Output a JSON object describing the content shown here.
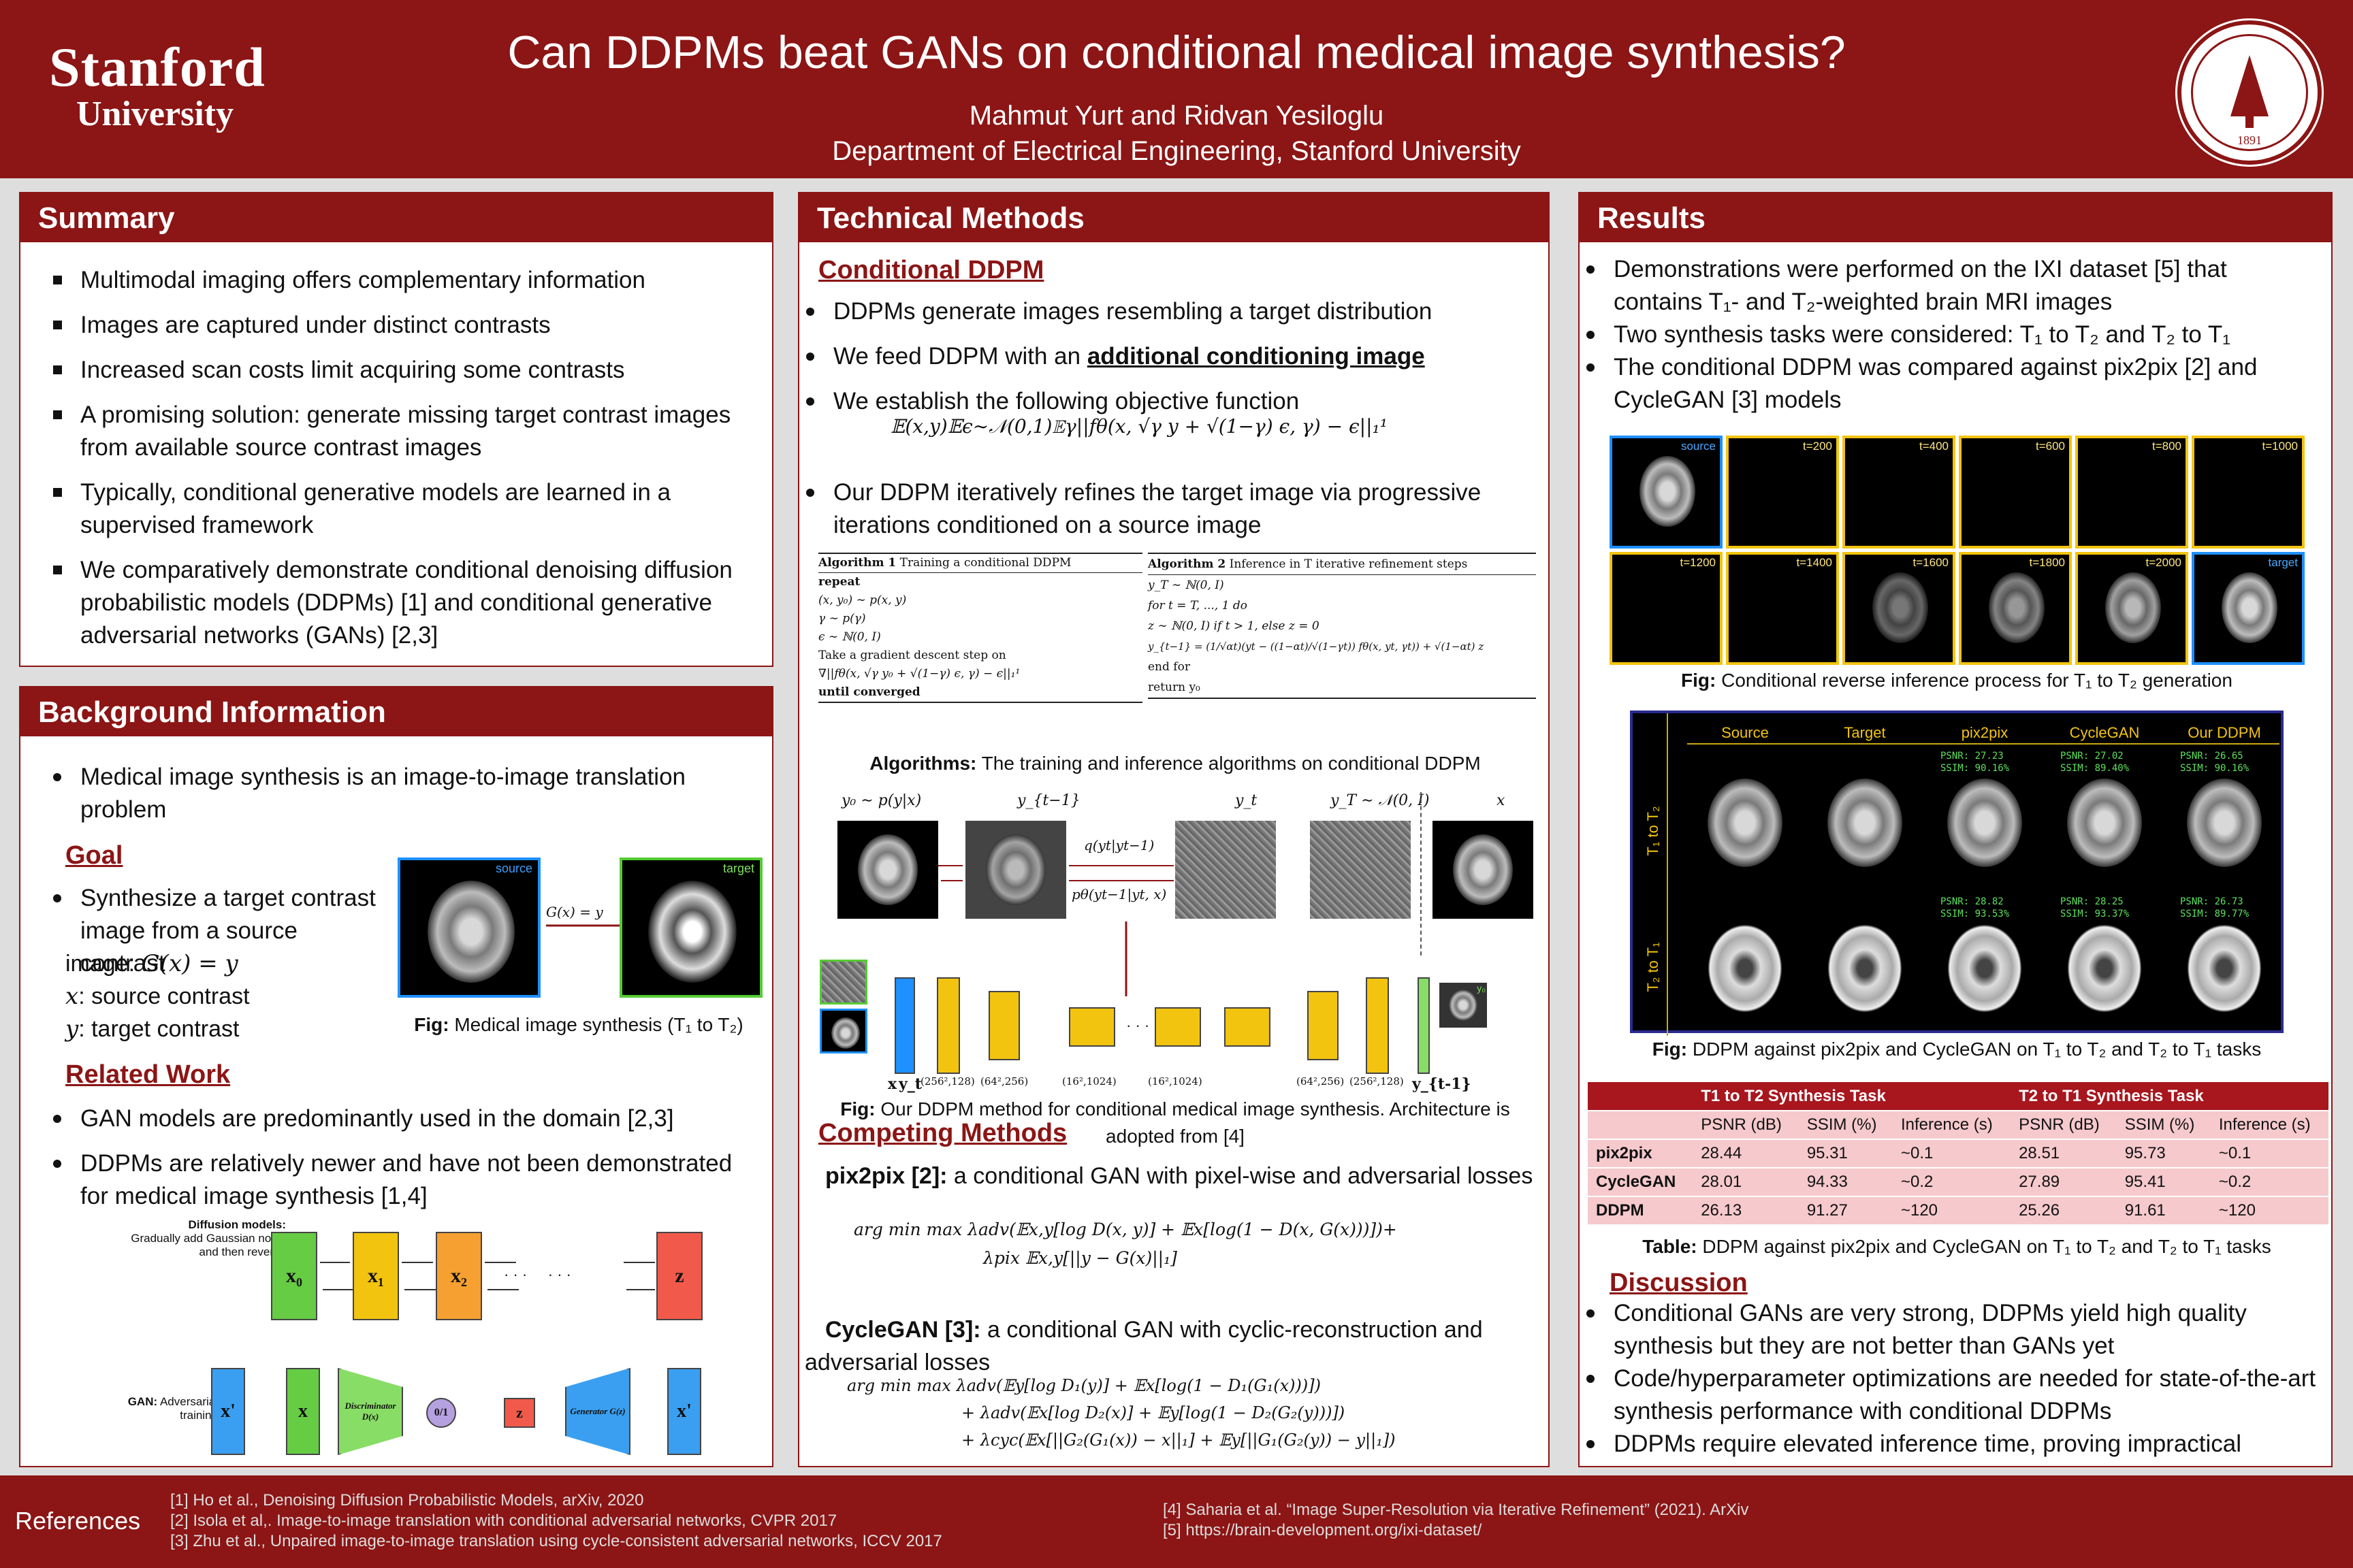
{
  "header": {
    "logo_top": "Stanford",
    "logo_bottom": "University",
    "title": "Can DDPMs beat GANs on conditional medical image synthesis?",
    "authors": "Mahmut Yurt and Ridvan Yesiloglu",
    "dept": "Department of Electrical Engineering, Stanford University",
    "seal_year": "1891"
  },
  "summary": {
    "heading": "Summary",
    "items": [
      "Multimodal imaging offers complementary information",
      "Images are captured under distinct contrasts",
      "Increased scan costs limit acquiring some contrasts",
      "A promising solution: generate missing target contrast images from available source contrast images",
      "Typically, conditional generative models are learned in a supervised framework",
      "We comparatively demonstrate conditional denoising diffusion probabilistic models (DDPMs) [1] and conditional generative adversarial networks (GANs) [2,3]"
    ]
  },
  "background": {
    "heading": "Background Information",
    "item1": "Medical image synthesis is an image-to-image translation problem",
    "goal": "Goal",
    "goal_text": "Synthesize a target contrast image from a source contrast",
    "goal_image": "image:",
    "goal_eq": "G(x) = y",
    "x_def": ": source contrast",
    "y_def": ": target contrast",
    "x_sym": "x",
    "y_sym": "y",
    "src_label": "source",
    "tgt_label": "target",
    "arrow_label": "G(x) = y",
    "fig_caption_bold": "Fig:",
    "fig_caption": " Medical image synthesis (T₁ to T₂)",
    "related": "Related Work",
    "related_items": [
      "GAN models are predominantly used in the domain [2,3]",
      "DDPMs are relatively newer and have not been demonstrated  for medical image synthesis [1,4]"
    ],
    "diff_label_bold": "Diffusion models:",
    "diff_label": "Gradually add Gaussian noise and then reverse",
    "diff_boxes": [
      "x₀",
      "x₁",
      "x₂",
      "z"
    ],
    "diff_dots": "· · ·     · · ·",
    "gan_label_bold": "GAN:",
    "gan_label": "Adversarial training",
    "gan_boxes": [
      "x'",
      "x",
      "Discriminator D(x)",
      "0/1",
      "z",
      "Generator G(z)",
      "x'"
    ]
  },
  "methods": {
    "heading": "Technical Methods",
    "cond": "Conditional DDPM",
    "items": [
      "DDPMs generate images resembling a target distribution",
      "We feed DDPM with an ",
      "We establish the following objective function",
      "Our DDPM iteratively refines the target image via progressive iterations conditioned on a source image"
    ],
    "bold_u": "additional conditioning image",
    "objective": "𝔼(x,y)𝔼ϵ∼𝒩(0,1)𝔼γ||fθ(x, √γ y + √(1−γ) ϵ, γ) − ϵ||₁¹",
    "alg1_title_b": "Algorithm 1",
    "alg1_title": " Training a conditional DDPM",
    "alg1_lines": [
      "repeat",
      "(x, y₀) ∼ p(x, y)",
      "γ ∼ p(γ)",
      "ϵ ∼ ℕ(0, I)",
      "Take a gradient descent step on",
      "∇||fθ(x, √γ y₀ + √(1−γ) ϵ, γ) − ϵ||₁¹",
      "until converged"
    ],
    "alg2_title_b": "Algorithm 2",
    "alg2_title": " Inference in T iterative refinement steps",
    "alg2_lines": [
      "y_T ∼ ℕ(0, I)",
      "for t = T, ..., 1 do",
      "z ∼ ℕ(0, I) if t > 1, else z = 0",
      "y_{t−1} = (1/√αt)(yt − ((1−αt)/√(1−γt)) fθ(x, yt, γt)) + √(1−αt) z",
      "end for",
      "return y₀"
    ],
    "alg_cap_bold": "Algorithms:",
    "alg_cap": " The training and inference algorithms on conditional DDPM",
    "chain_labels": [
      "y₀ ∼ p(y|x)",
      "y_{t−1}",
      "y_t",
      "y_T ∼ 𝒩(0, I)",
      "x"
    ],
    "q_label": "q(yt|yt−1)",
    "p_label": "pθ(yt−1|yt, x)",
    "unet_labels": [
      "x",
      "y_t",
      "(256²,128)",
      "(64²,256)",
      "(16²,1024)",
      "(16²,1024)",
      "(64²,256)",
      "(256²,128)",
      "y_{t-1}"
    ],
    "unet_corner": [
      "y",
      "x",
      "y₀"
    ],
    "unet_dots": "· · ·",
    "arch_cap_bold": "Fig:",
    "arch_cap": " Our DDPM method for conditional medical image synthesis. Architecture is adopted from [4]",
    "competing": "Competing Methods",
    "pix_b": "pix2pix [2]:",
    "pix": " a conditional GAN with pixel-wise and adversarial losses",
    "pix_eq1": "arg min max λadv(𝔼x,y[log D(x, y)] + 𝔼x[log(1 − D(x, G(x)))])+",
    "pix_eq2": "λpix 𝔼x,y[||y − G(x)||₁]",
    "cyc_b": "CycleGAN [3]:",
    "cyc": " a conditional GAN with cyclic-reconstruction and adversarial losses",
    "cyc_eq1": "arg min max  λadv(𝔼y[log D₁(y)] + 𝔼x[log(1 − D₁(G₁(x)))])",
    "cyc_eq2": "+ λadv(𝔼x[log D₂(x)] + 𝔼y[log(1 − D₂(G₂(y)))])",
    "cyc_eq3": "+ λcyc(𝔼x[||G₂(G₁(x)) − x||₁] + 𝔼y[||G₁(G₂(y)) − y||₁])"
  },
  "results": {
    "heading": "Results",
    "items": [
      "Demonstrations were performed on the IXI dataset [5] that contains T₁- and T₂-weighted brain MRI images",
      "Two synthesis tasks were considered: T₁ to T₂ and T₂ to T₁",
      "The conditional DDPM was compared against pix2pix [2] and CycleGAN [3] models"
    ],
    "grid_labels": [
      "source",
      "t=200",
      "t=400",
      "t=600",
      "t=800",
      "t=1000",
      "t=1200",
      "t=1400",
      "t=1600",
      "t=1800",
      "t=2000",
      "target"
    ],
    "grid_cap_bold": "Fig:",
    "grid_cap": " Conditional reverse inference process for T₁ to T₂ generation",
    "cmp_cols": [
      "Source",
      "Target",
      "pix2pix",
      "CycleGAN",
      "Our DDPM"
    ],
    "cmp_rows": [
      "T₁ to T₂",
      "T₂ to T₁"
    ],
    "cmp_metrics": [
      [
        "PSNR: 27.23",
        "SSIM: 90.16%"
      ],
      [
        "PSNR: 27.02",
        "SSIM: 89.40%"
      ],
      [
        "PSNR: 26.65",
        "SSIM: 90.16%"
      ],
      [
        "PSNR: 28.82",
        "SSIM: 93.53%"
      ],
      [
        "PSNR: 28.25",
        "SSIM: 93.37%"
      ],
      [
        "PSNR: 26.73",
        "SSIM: 89.77%"
      ]
    ],
    "cmp_cap_bold": "Fig:",
    "cmp_cap": " DDPM against pix2pix and CycleGAN on T₁ to T₂ and T₂ to T₁ tasks",
    "table_groups": [
      "T1 to T2 Synthesis Task",
      "T2 to T1 Synthesis Task"
    ],
    "table_cols": [
      "PSNR (dB)",
      "SSIM (%)",
      "Inference (s)",
      "PSNR (dB)",
      "SSIM (%)",
      "Inference (s)"
    ],
    "table_rows": [
      [
        "pix2pix",
        "28.44",
        "95.31",
        "~0.1",
        "28.51",
        "95.73",
        "~0.1"
      ],
      [
        "CycleGAN",
        "28.01",
        "94.33",
        "~0.2",
        "27.89",
        "95.41",
        "~0.2"
      ],
      [
        "DDPM",
        "26.13",
        "91.27",
        "~120",
        "25.26",
        "91.61",
        "~120"
      ]
    ],
    "table_cap_bold": "Table:",
    "table_cap": " DDPM against pix2pix and CycleGAN on T₁ to T₂ and T₂ to T₁ tasks",
    "discussion": "Discussion",
    "disc_items": [
      "Conditional GANs are very strong, DDPMs yield high quality synthesis but they are not better than GANs yet",
      "Code/hyperparameter optimizations are needed for state-of-the-art synthesis performance with conditional DDPMs",
      "DDPMs require elevated inference time, proving impractical"
    ]
  },
  "references": {
    "heading": "References",
    "left": [
      "[1] Ho et al., Denoising Diffusion Probabilistic Models, arXiv, 2020",
      "[2] Isola et al,. Image-to-image translation with conditional adversarial networks, CVPR 2017",
      "[3] Zhu et al., Unpaired image-to-image translation using cycle-consistent adversarial networks, ICCV 2017"
    ],
    "right": [
      "[4] Saharia et al. “Image Super-Resolution via Iterative Refinement” (2021). ArXiv",
      "[5] https://brain-development.org/ixi-dataset/"
    ]
  },
  "colors": {
    "brand": "#8c1515",
    "yellow": "#f2c40f",
    "blue": "#1e90ff",
    "green": "#55cc33",
    "pink": "#f6c9cc"
  }
}
